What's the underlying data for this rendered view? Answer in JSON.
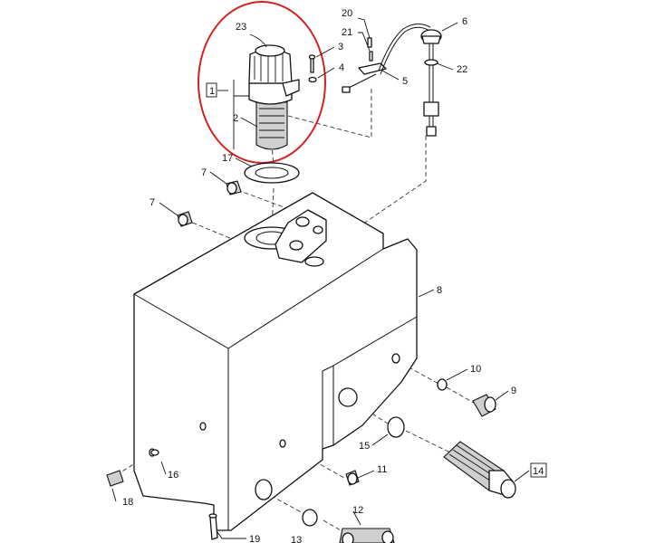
{
  "callouts": {
    "c1": "1",
    "c2": "2",
    "c3": "3",
    "c4": "4",
    "c5": "5",
    "c6": "6",
    "c7a": "7",
    "c7b": "7",
    "c8": "8",
    "c9": "9",
    "c10": "10",
    "c11": "11",
    "c12": "12",
    "c13": "13",
    "c14": "14",
    "c15": "15",
    "c16": "16",
    "c17": "17",
    "c18": "18",
    "c19": "19",
    "c20": "20",
    "c21": "21",
    "c22": "22",
    "c23": "23"
  },
  "colors": {
    "highlight": "#d42020",
    "line": "#111111",
    "background": "#ffffff"
  }
}
